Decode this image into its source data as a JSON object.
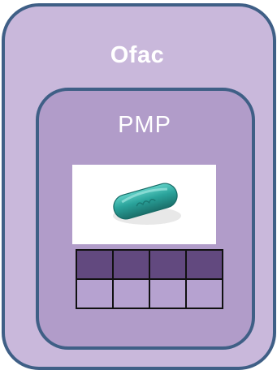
{
  "diagram": {
    "outer_label": "Ofac",
    "inner_label": "PMP",
    "image_icon": "green-pill-tablet",
    "grid": {
      "rows": 2,
      "columns": 4,
      "top_row_color": "#62497f",
      "bottom_row_color": "#b6a2d0"
    },
    "colors": {
      "outer_fill": "#c9b8db",
      "inner_fill": "#b19cc9",
      "border": "#3f5f86",
      "pill": "#2aa39b"
    }
  }
}
